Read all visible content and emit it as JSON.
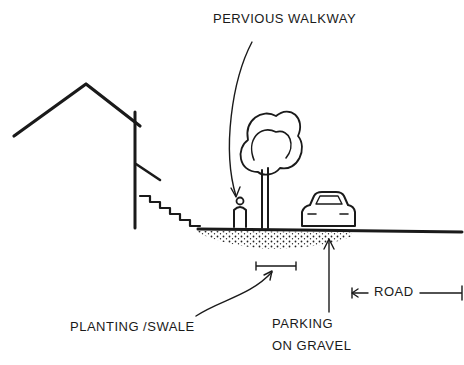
{
  "diagram": {
    "labels": [
      "PERVIOUS WALKWAY",
      "PLANTING /SWALE",
      "PARKING ON GRAVEL",
      "ROAD"
    ]
  }
}
